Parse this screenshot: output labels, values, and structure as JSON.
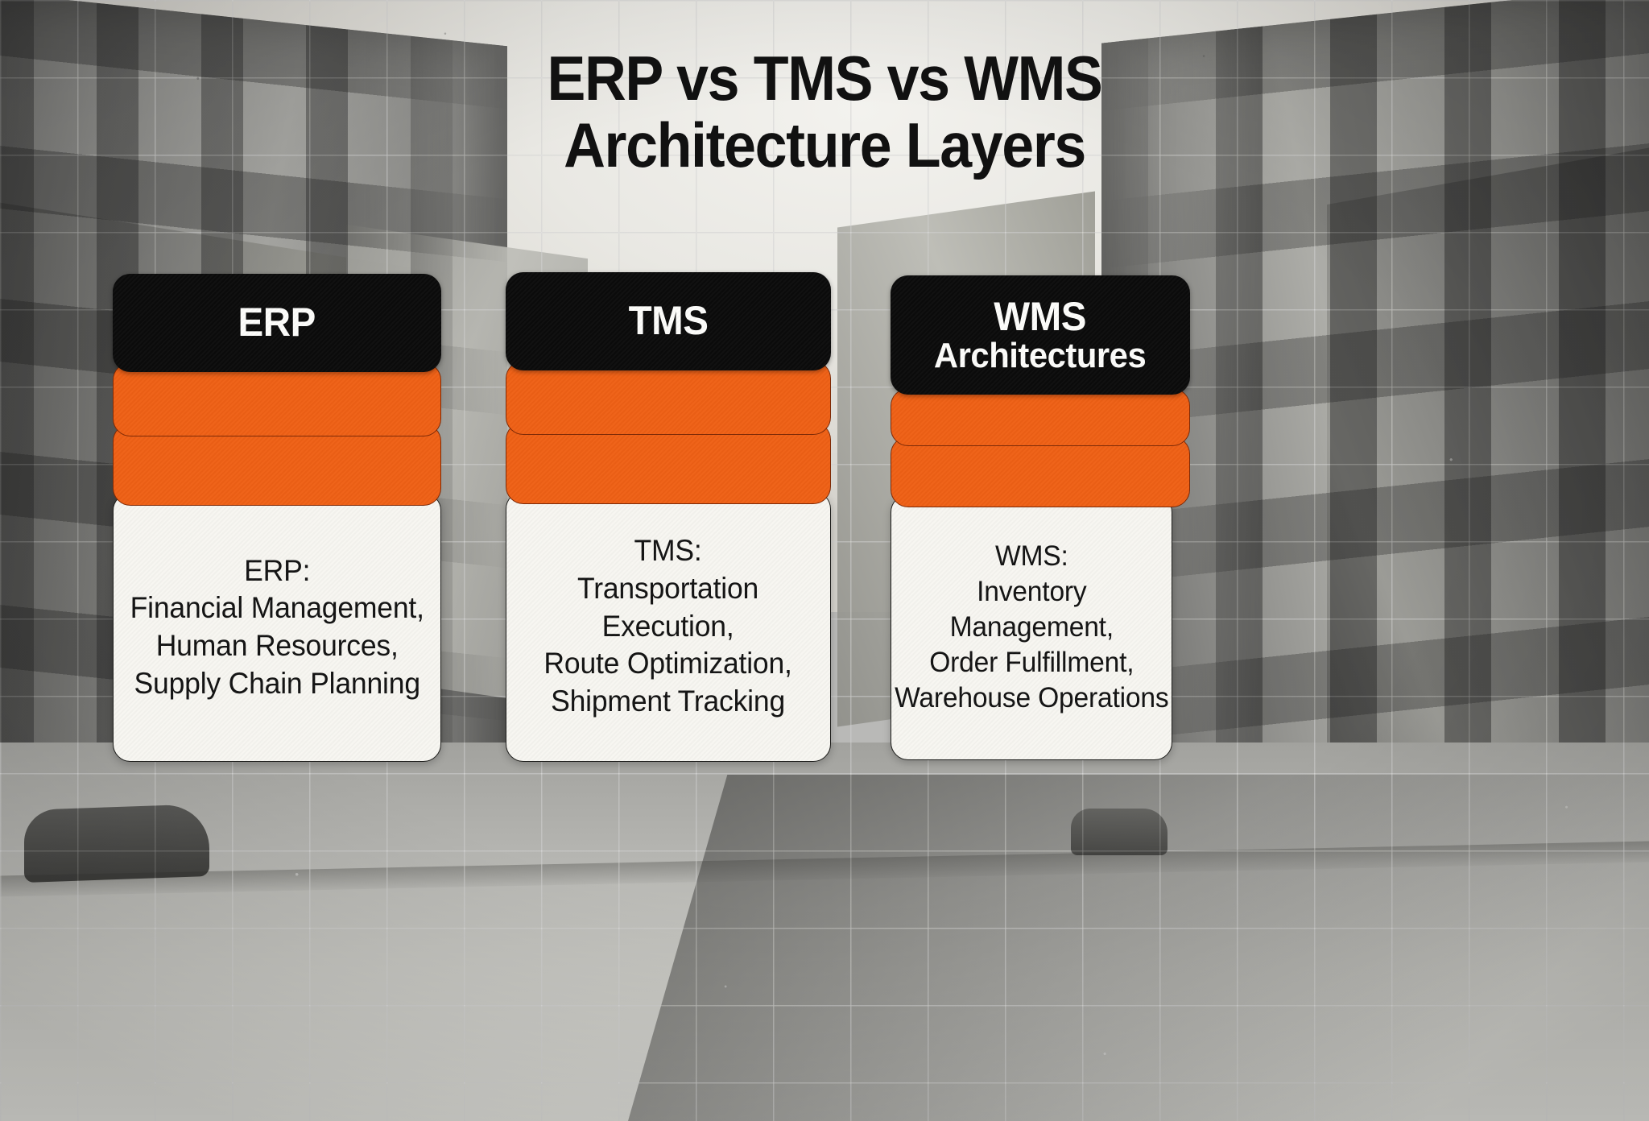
{
  "title": {
    "line1": "ERP vs TMS vs WMS",
    "line2": "Architecture Layers"
  },
  "colors": {
    "accent_orange": "#ef6015",
    "header_black": "#0b0b0b",
    "panel_white": "#f7f6f1",
    "text_dark": "#121212"
  },
  "cards": [
    {
      "id": "erp",
      "header": "ERP",
      "header_sub": "",
      "body_lines": [
        "ERP:",
        "Financial Management,",
        "Human Resources,",
        "Supply Chain Planning"
      ]
    },
    {
      "id": "tms",
      "header": "TMS",
      "header_sub": "",
      "body_lines": [
        "TMS:",
        "Transportation",
        "Execution,",
        "Route Optimization,",
        "Shipment Tracking"
      ]
    },
    {
      "id": "wms",
      "header": "WMS",
      "header_sub": "Architectures",
      "body_lines": [
        "WMS:",
        "Inventory",
        "Management,",
        "Order Fulfillment,",
        "Warehouse Operations"
      ]
    }
  ]
}
